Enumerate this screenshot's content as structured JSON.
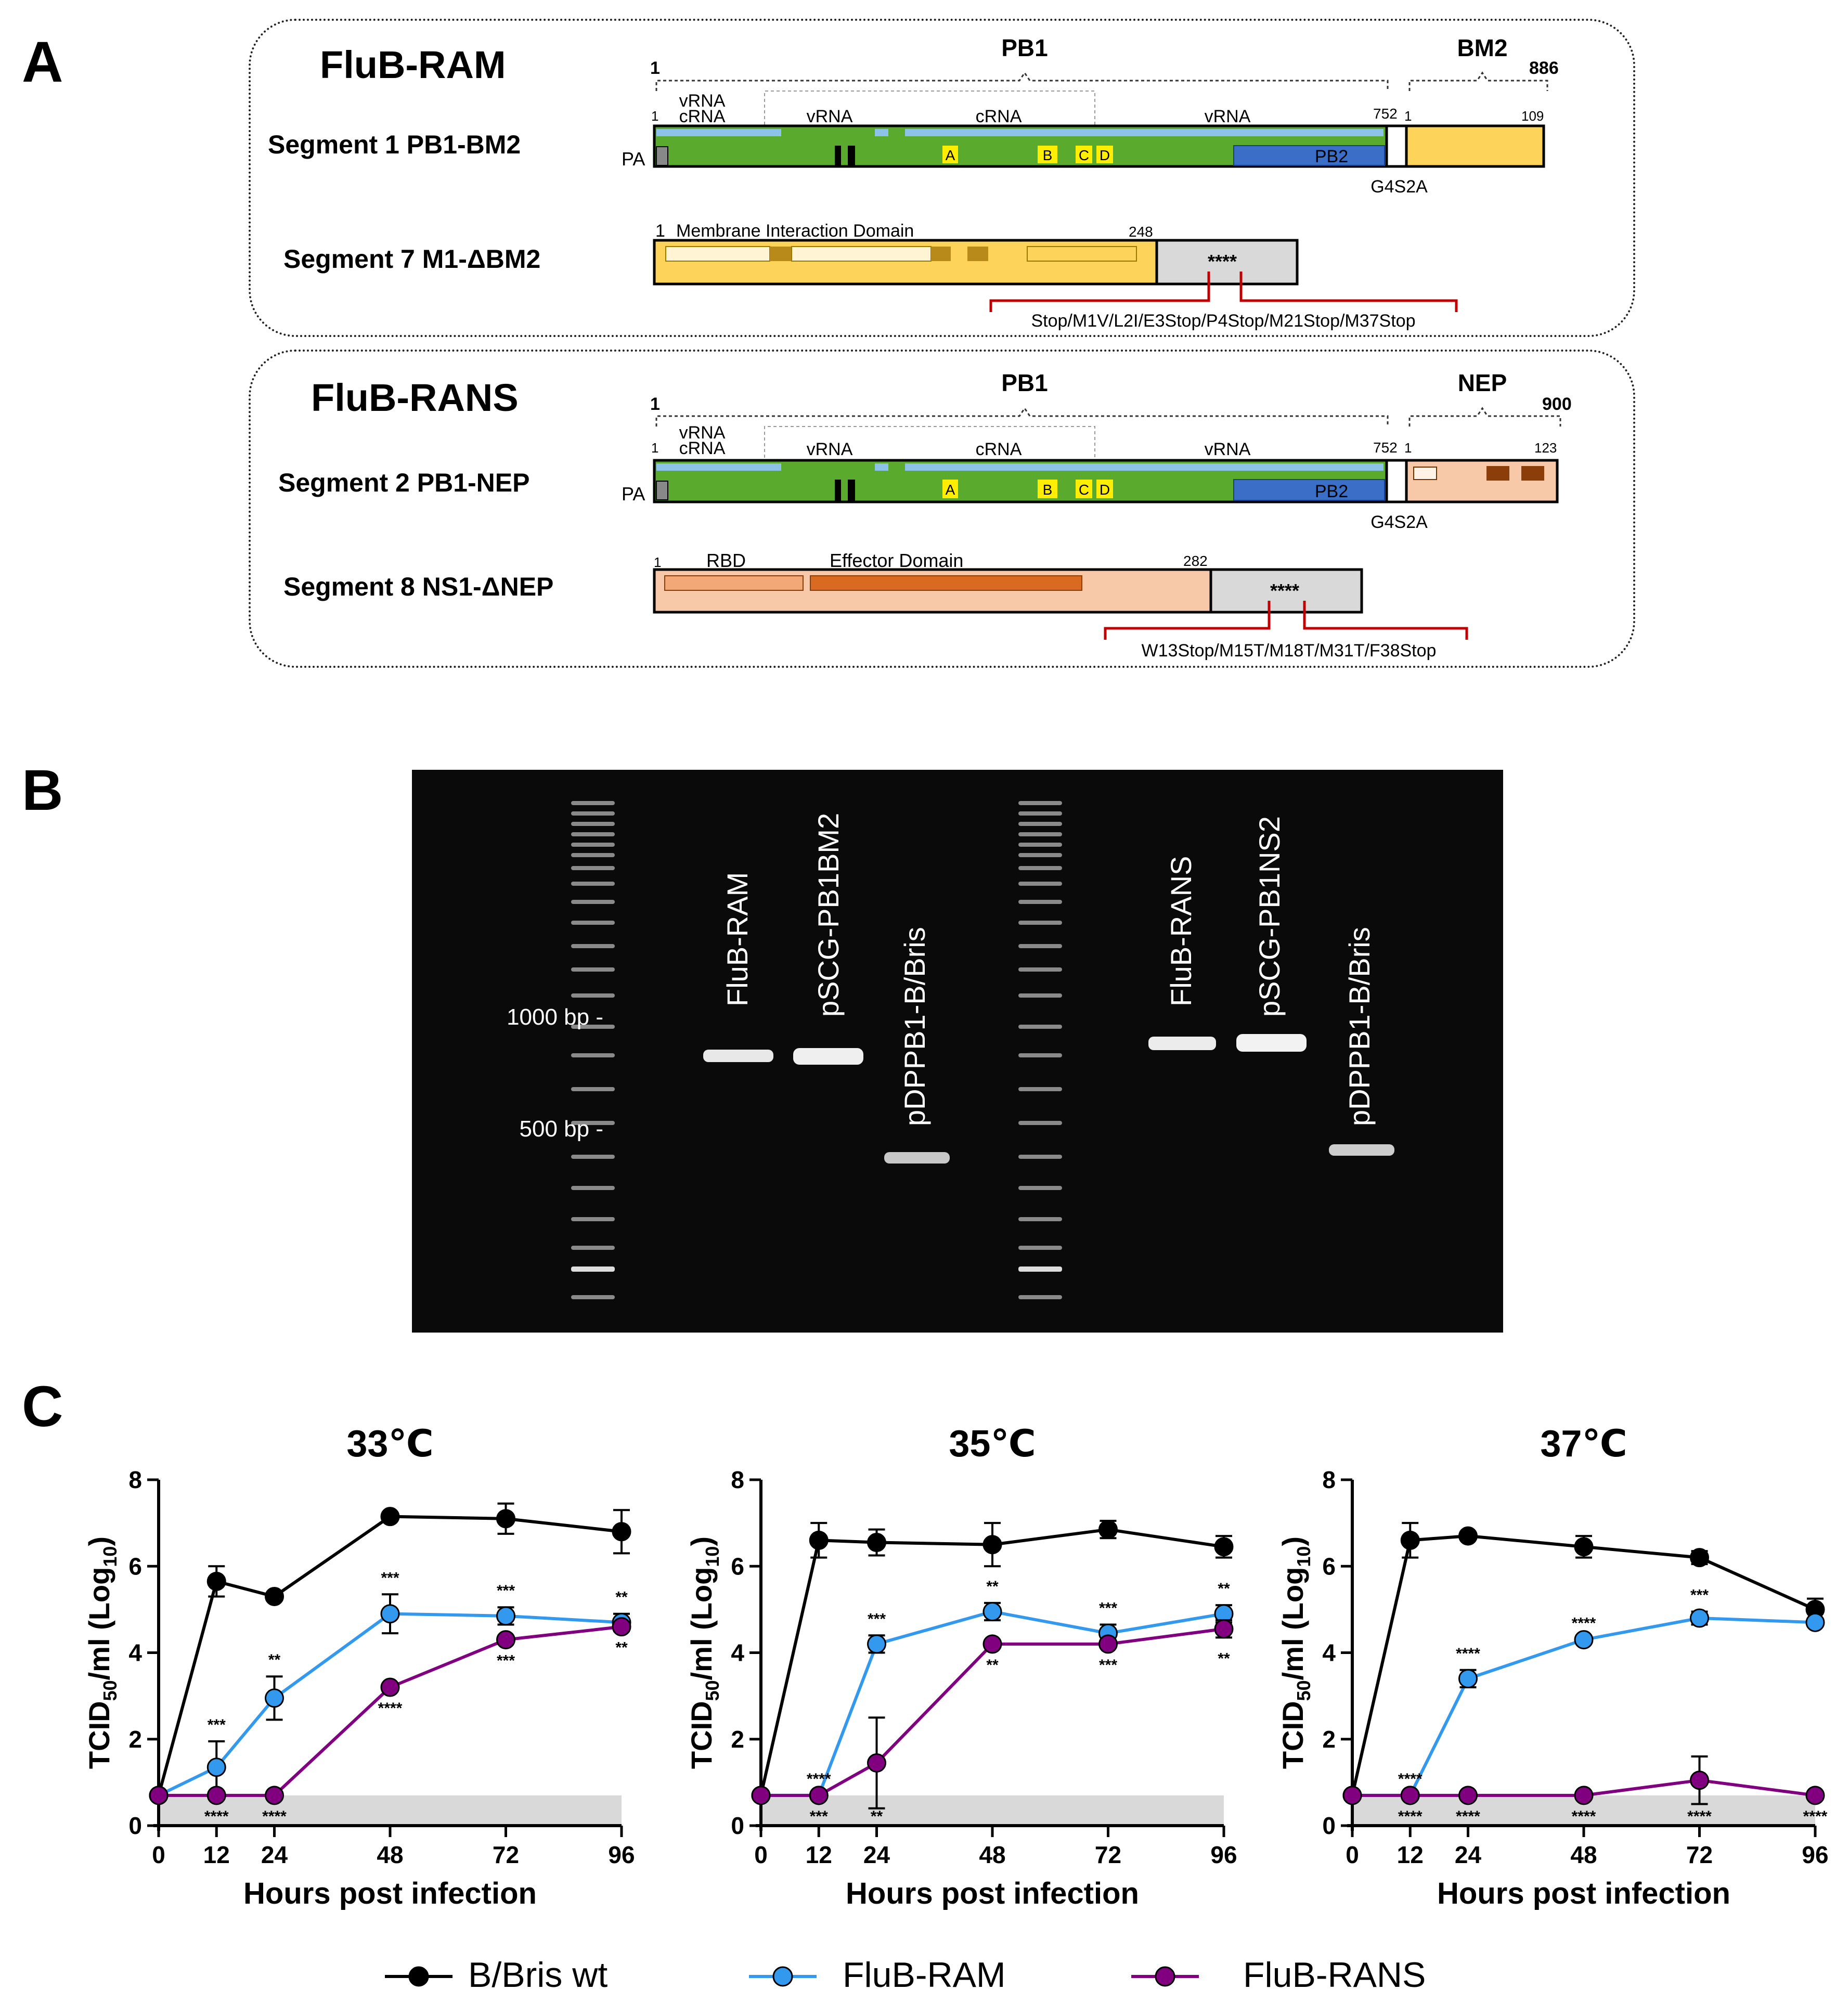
{
  "panels": {
    "a": "A",
    "b": "B",
    "c": "C"
  },
  "panel_a": {
    "ram": {
      "title": "FluB-RAM",
      "pb1_label": "PB1",
      "pb1_start": "1",
      "bm2_label": "BM2",
      "total_len": "886",
      "seg1_label": "Segment 1 PB1-BM2",
      "vrna_crna_top": "vRNA",
      "vrna_crna_bottom": "cRNA",
      "vrna2": "vRNA",
      "crna": "cRNA",
      "vrna3": "vRNA",
      "seg_start": "1",
      "pb1_end": "752",
      "bm2_start": "1",
      "bm2_end": "109",
      "pa": "PA",
      "pb2": "PB2",
      "motifs": [
        "A",
        "B",
        "C",
        "D"
      ],
      "linker": "G4S2A",
      "seg7_label": "Segment 7 M1-ΔBM2",
      "mid_label": "Membrane Interaction Domain",
      "m1_start": "1",
      "m1_end": "248",
      "stars": "****",
      "mutations": "Stop/M1V/L2I/E3Stop/P4Stop/M21Stop/M37Stop"
    },
    "rans": {
      "title": "FluB-RANS",
      "pb1_label": "PB1",
      "pb1_start": "1",
      "nep_label": "NEP",
      "total_len": "900",
      "seg2_label": "Segment 2 PB1-NEP",
      "vrna_crna_top": "vRNA",
      "vrna_crna_bottom": "cRNA",
      "vrna2": "vRNA",
      "crna": "cRNA",
      "vrna3": "vRNA",
      "seg_start": "1",
      "pb1_end": "752",
      "nep_start": "1",
      "nep_end": "123",
      "pa": "PA",
      "pb2": "PB2",
      "motifs": [
        "A",
        "B",
        "C",
        "D"
      ],
      "linker": "G4S2A",
      "seg8_label": "Segment 8 NS1-ΔNEP",
      "rbd_label": "RBD",
      "effector_label": "Effector Domain",
      "ns1_start": "1",
      "ns1_end": "282",
      "stars": "****",
      "mutations": "W13Stop/M15T/M18T/M31T/F38Stop"
    }
  },
  "panel_b": {
    "marker_1000": "1000 bp -",
    "marker_500": "500 bp -",
    "lanes": [
      "FluB-RAM",
      "pSCG-PB1BM2",
      "pDPPB1-B/Bris",
      "FluB-RANS",
      "pSCG-PB1NS2",
      "pDPPB1-B/Bris"
    ]
  },
  "panel_c": {
    "ylabel_main": "TCID",
    "ylabel_sub": "50",
    "ylabel_mid": "/ml (Log",
    "ylabel_sub2": "10",
    "ylabel_end": ")",
    "xlabel": "Hours post infection",
    "legend": [
      "B/Bris wt",
      "FluB-RAM",
      "FluB-RANS"
    ],
    "colors": {
      "wt": "#000000",
      "ram": "#3399ee",
      "rans": "#800080",
      "lod": "#d9d9d9"
    }
  },
  "chart_data": [
    {
      "type": "line",
      "title": "33℃",
      "xlabel": "Hours post infection",
      "ylabel": "TCID50/ml (Log10)",
      "x": [
        0,
        12,
        24,
        48,
        72,
        96
      ],
      "xticks": [
        "0",
        "12",
        "24",
        "48",
        "72",
        "96"
      ],
      "yticks": [
        "0",
        "2",
        "4",
        "6",
        "8"
      ],
      "ylim": [
        0,
        8
      ],
      "lod": 0.7,
      "series": [
        {
          "name": "B/Bris wt",
          "values": [
            0.7,
            5.65,
            5.3,
            7.15,
            7.1,
            6.8
          ],
          "err": [
            0,
            0.35,
            0,
            0,
            0.35,
            0.5
          ]
        },
        {
          "name": "FluB-RAM",
          "values": [
            0.7,
            1.35,
            2.95,
            4.9,
            4.85,
            4.7
          ],
          "err": [
            0,
            0.6,
            0.5,
            0.45,
            0.2,
            0.2
          ]
        },
        {
          "name": "FluB-RANS",
          "values": [
            0.7,
            0.7,
            0.7,
            3.2,
            4.3,
            4.6
          ],
          "err": [
            0,
            0,
            0,
            0,
            0,
            0
          ]
        }
      ],
      "annotations_ram": [
        "",
        "***",
        "**",
        "***",
        "***",
        "**"
      ],
      "annotations_rans": [
        "",
        "****",
        "****",
        "****",
        "***",
        "**"
      ]
    },
    {
      "type": "line",
      "title": "35℃",
      "xlabel": "Hours post infection",
      "ylabel": "TCID50/ml (Log10)",
      "x": [
        0,
        12,
        24,
        48,
        72,
        96
      ],
      "xticks": [
        "0",
        "12",
        "24",
        "48",
        "72",
        "96"
      ],
      "yticks": [
        "0",
        "2",
        "4",
        "6",
        "8"
      ],
      "ylim": [
        0,
        8
      ],
      "lod": 0.7,
      "series": [
        {
          "name": "B/Bris wt",
          "values": [
            0.7,
            6.6,
            6.55,
            6.5,
            6.85,
            6.45
          ],
          "err": [
            0,
            0.4,
            0.3,
            0.5,
            0.2,
            0.25
          ]
        },
        {
          "name": "FluB-RAM",
          "values": [
            0.7,
            0.7,
            4.2,
            4.95,
            4.45,
            4.9
          ],
          "err": [
            0,
            0,
            0.2,
            0.2,
            0.2,
            0.2
          ]
        },
        {
          "name": "FluB-RANS",
          "values": [
            0.7,
            0.7,
            1.45,
            4.2,
            4.2,
            4.55
          ],
          "err": [
            0,
            0,
            1.05,
            0,
            0,
            0.2
          ]
        }
      ],
      "annotations_ram": [
        "",
        "****",
        "***",
        "**",
        "***",
        "**"
      ],
      "annotations_rans": [
        "",
        "***",
        "**",
        "**",
        "***",
        "**"
      ]
    },
    {
      "type": "line",
      "title": "37℃",
      "xlabel": "Hours post infection",
      "ylabel": "TCID50/ml (Log10)",
      "x": [
        0,
        12,
        24,
        48,
        72,
        96
      ],
      "xticks": [
        "0",
        "12",
        "24",
        "48",
        "72",
        "96"
      ],
      "yticks": [
        "0",
        "2",
        "4",
        "6",
        "8"
      ],
      "ylim": [
        0,
        8
      ],
      "lod": 0.7,
      "series": [
        {
          "name": "B/Bris wt",
          "values": [
            0.7,
            6.6,
            6.7,
            6.45,
            6.2,
            5.0
          ],
          "err": [
            0,
            0.4,
            0,
            0.25,
            0.15,
            0.25
          ]
        },
        {
          "name": "FluB-RAM",
          "values": [
            0.7,
            0.7,
            3.4,
            4.3,
            4.8,
            4.7
          ],
          "err": [
            0,
            0,
            0.2,
            0,
            0.15,
            0
          ]
        },
        {
          "name": "FluB-RANS",
          "values": [
            0.7,
            0.7,
            0.7,
            0.7,
            1.05,
            0.7
          ],
          "err": [
            0,
            0,
            0,
            0,
            0.55,
            0
          ]
        }
      ],
      "annotations_ram": [
        "",
        "****",
        "****",
        "****",
        "***",
        ""
      ],
      "annotations_rans": [
        "",
        "****",
        "****",
        "****",
        "****",
        "****"
      ]
    }
  ]
}
